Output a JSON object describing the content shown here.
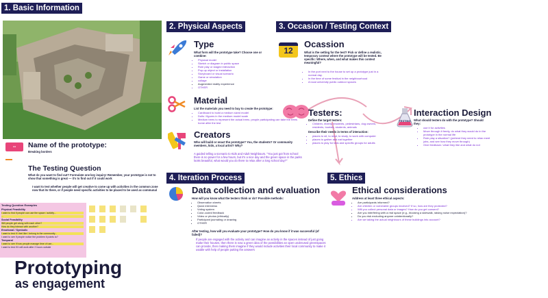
{
  "sections": {
    "basic": "1. Basic Information",
    "physical": "2. Physical Aspects",
    "occasion": "3. Occasion / Testing Context",
    "iteration": "4. Iteration Process",
    "ethics": "5. Ethics"
  },
  "name_block": {
    "title": "Name of the prototype:",
    "value": "Breaking borders"
  },
  "testing_question": {
    "title": "The Testing Question",
    "prompt": "What do you want to find out? Formulate one key inquiry! Remember, your prototype is not to show that something is great — it's to find out if it could work",
    "answer": "I want to test whether people will get creative to come up with activities in the common zone now that its there, or if people need specific activities to be placed to be used as communal"
  },
  "examples": {
    "title": "Testing Question Examples",
    "groups": [
      {
        "label": "Physical Feasibility",
        "lines": [
          "I want to find if people can use the space / activity...",
          "..."
        ]
      },
      {
        "label": "Social Feasibility",
        "lines": [
          "Will people get along with each other?",
          "How do they interact with another?"
        ]
      },
      {
        "label": "Emotional / Symbolic",
        "lines": [
          "I want to test if I feel like I belong to the community...",
          "I want to see if people notice the problem it points to?"
        ]
      },
      {
        "label": "Temporal",
        "lines": [
          "I want to see if how people manage time of use...",
          "I want to test if it will work after 2 hours outside"
        ]
      }
    ]
  },
  "title_main": "Prototyping",
  "title_sub": "as engagement",
  "type_block": {
    "title": "Type",
    "question": "What form will the prototype take? Choose one or combine:",
    "items": [
      "Physical model",
      "Sketch or diagram in public space",
      "Role play or staged interaction",
      "Pop-up object or installation",
      "Storyboard or visual scenario",
      "Game or simulation",
      "collage",
      "Augmented reality experience",
      "OTHER"
    ]
  },
  "material_block": {
    "title": "Material",
    "question": "List the materials you need to buy to create the prototype:",
    "items": [
      "Cardboard to build a medium sized model",
      "Dolls / figures in the medium model scale",
      "Medium trees to represent the actual trees. people participating can take the trees home after the test"
    ]
  },
  "creators_block": {
    "title": "Creators",
    "question": "Who will build or enact the prototype? You, the students? Or community members, kids, a local artist? Why?",
    "answer": "A guided telling a scenario to Kids and Adult Neighbours. \"You just got from school there is no power for a few hours, but it's a nice day and the green space in the parks looks beautiful, what would you do there to relax after a long school day?\""
  },
  "occasion_block": {
    "title": "Ocassion",
    "question": "What is the setting for the test? Pick or define a realistic, temporary context where the prototype will be tested. Be specific: Where, when, and what makes this context meaningful?",
    "items": [
      "In the port next to the house to set up a prototype just in a normal day.",
      "In the time of some festival in the neighbourhood",
      "A local university public outdoor spaces"
    ]
  },
  "testers_block": {
    "title": "Testers:",
    "q1": "Define the target testers:",
    "items1": [
      "Children, elderly residents, pedestrians, dog owners, residents, tourists, students, animals"
    ],
    "q2": "Describe their needs in terms of interaction:",
    "items2": [
      "places to sit, to read, to study, to work with computer",
      "places to gather and eat together",
      "places to play for kids and specific groups for adults"
    ]
  },
  "interaction_block": {
    "title": "Interaction Design",
    "question": "What should testers do with the prototype? Should they:",
    "icon_text": "TESTING",
    "items": [
      "use it for activities",
      "Move through it freely, do what they would do in the prototype in the normal life",
      "Role play a situation? (pretend they need to relax meet jobs, and see how they move through)",
      "Give feedback / what they like and what do not"
    ]
  },
  "collection_block": {
    "title": "Data collection and evaluation",
    "question": "How will you know what the testers think or do? Possible methods:",
    "items": [
      "Observation sheets",
      "Quick interviews",
      "Voting system",
      "Color-coded feedback",
      "Video or photos (ethically)",
      "Participant journaling or drawing",
      "OTHER"
    ],
    "question2": "After testing, how will you evaluate your prototype? How do you know if it was successful (of failed)?",
    "answer": "If people are engaged with the activity and can imagine an activity in the spaces instead of just going make their houses, then there is now a green idea of the possibilities an open underused greenspaces can provide, then making them imagine if they would include activities their local community to make it usable with help of people putting the answers"
  },
  "ethics_block": {
    "title": "Ethical considerations",
    "question": "Address at least three ethical aspects:",
    "items": [
      "Are participants informed?",
      "Are children or vulnerable groups involved? If so, how are they protected?",
      "Will you collect personal data or images? How do you get consent?",
      "Are you interfering with a real space (e.g., blocking a sidewalk, raising noise expectation)?",
      "Do you risk excluding anyone unintentionally?",
      "Are we taking the actual neighbours of these buildings into account?"
    ]
  },
  "icons": {
    "type": "rocket-icon",
    "material": "scissors-icon",
    "creators": "tools-icon",
    "occasion": "calendar-icon",
    "testers": "brain-icon",
    "interaction": "testing-flask-icon",
    "collection": "chart-pie-icon",
    "ethics": "hand-heart-icon"
  },
  "calendar_day": "12",
  "colors": {
    "navy": "#1e1e56",
    "purple": "#7a2bd6",
    "pink": "#e8457a",
    "arrow": "#e9a1b7"
  }
}
